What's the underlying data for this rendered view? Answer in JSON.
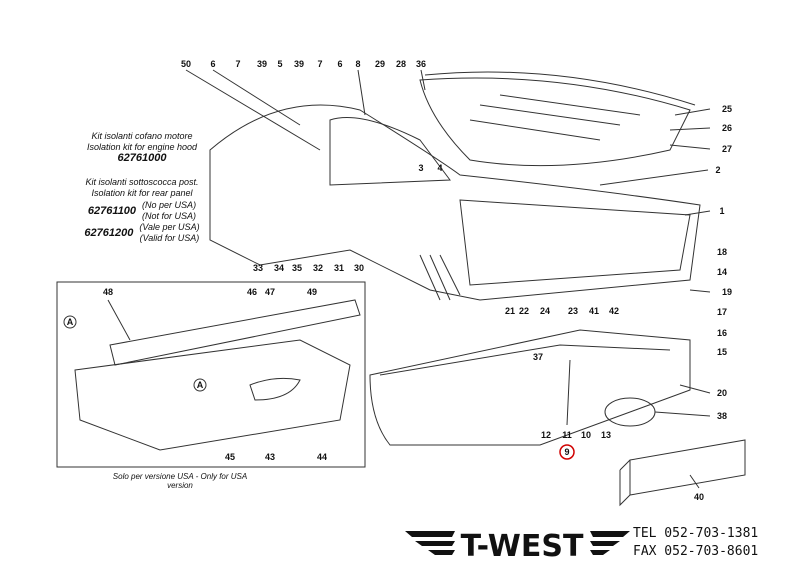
{
  "kit_hood": {
    "line1": "Kit isolanti cofano motore",
    "line2": "Isolation kit for engine hood",
    "part_number": "62761000"
  },
  "kit_rear": {
    "line1": "Kit isolanti sottoscocca post.",
    "line2": "Isolation kit for rear panel",
    "pn1": "62761100",
    "pn1_it": "(No per USA)",
    "pn1_en": "(Not for USA)",
    "pn2": "62761200",
    "pn2_it": "(Vale per USA)",
    "pn2_en": "(Valid for USA)"
  },
  "usa_note": "Solo per versione USA - Only for USA version",
  "callouts": [
    "50",
    "6",
    "7",
    "39",
    "5",
    "39",
    "7",
    "6",
    "8",
    "29",
    "28",
    "36",
    "25",
    "26",
    "27",
    "2",
    "1",
    "18",
    "14",
    "19",
    "17",
    "16",
    "15",
    "20",
    "38",
    "3",
    "4",
    "33",
    "34",
    "35",
    "32",
    "31",
    "30",
    "22",
    "21",
    "24",
    "23",
    "41",
    "42",
    "37",
    "12",
    "11",
    "10",
    "13",
    "9",
    "48",
    "46",
    "47",
    "49",
    "45",
    "43",
    "44",
    "40",
    "A",
    "A"
  ],
  "highlighted_callout": "9",
  "highlight_color": "#d00000",
  "logo": {
    "text": "T-WEST"
  },
  "contact": {
    "tel": "TEL  052-703-1381",
    "fax": "FAX  052-703-8601"
  }
}
